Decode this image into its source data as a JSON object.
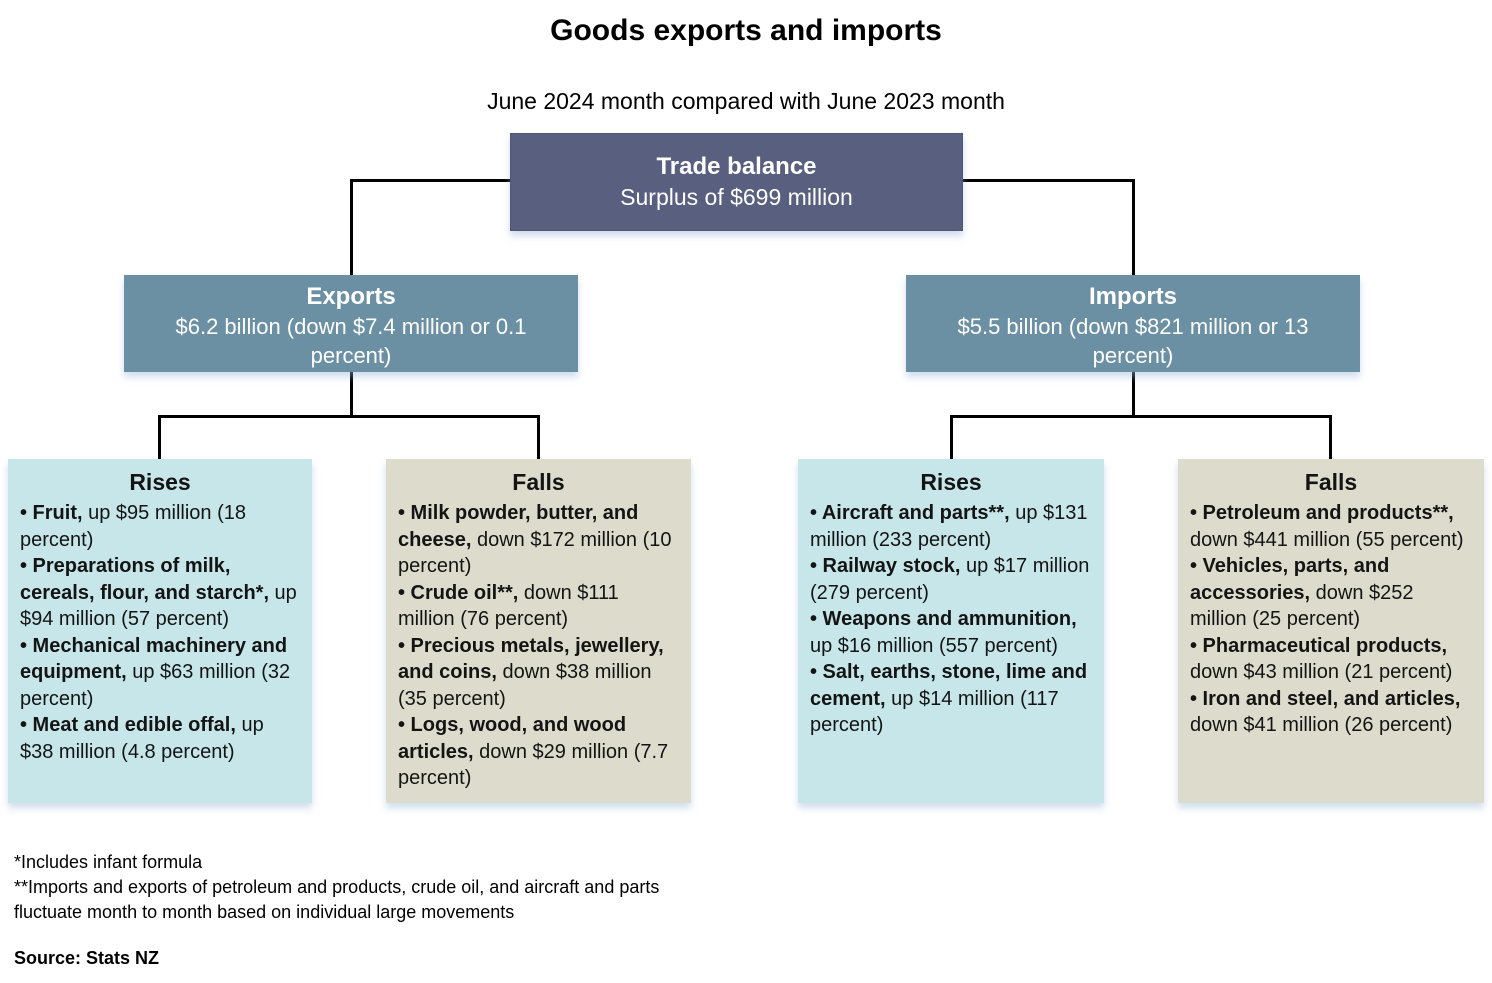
{
  "page": {
    "title": "Goods exports and imports",
    "subtitle": "June 2024 month compared with June 2023 month"
  },
  "root": {
    "title": "Trade balance",
    "subtitle": "Surplus of $699 million"
  },
  "branches": [
    {
      "title": "Exports",
      "subtitle": "$6.2 billion (down $7.4 million or 0.1 percent)",
      "children": [
        {
          "title": "Rises",
          "items": [
            {
              "name": "• Fruit,",
              "detail": " up $95 million (18 percent)"
            },
            {
              "name": "• Preparations of milk, cereals, flour, and starch*,",
              "detail": " up $94 million (57 percent)"
            },
            {
              "name": "• Mechanical machinery and equipment,",
              "detail": " up $63 million (32 percent)"
            },
            {
              "name": "• Meat and edible offal,",
              "detail": " up $38 million (4.8 percent)"
            }
          ]
        },
        {
          "title": "Falls",
          "items": [
            {
              "name": "• Milk powder, butter, and cheese,",
              "detail": " down $172 million (10 percent)"
            },
            {
              "name": "• Crude oil**,",
              "detail": " down $111 million (76 percent)"
            },
            {
              "name": "• Precious metals, jewellery, and coins,",
              "detail": " down $38 million (35 percent)"
            },
            {
              "name": "• Logs, wood, and wood articles,",
              "detail": " down $29 million (7.7 percent)"
            }
          ]
        }
      ]
    },
    {
      "title": "Imports",
      "subtitle": "$5.5 billion (down $821 million or 13 percent)",
      "children": [
        {
          "title": "Rises",
          "items": [
            {
              "name": "• Aircraft and parts**,",
              "detail": " up $131 million (233 percent)"
            },
            {
              "name": "• Railway stock,",
              "detail": " up $17 million (279 percent)"
            },
            {
              "name": "• Weapons and ammunition,",
              "detail": " up $16 million (557 percent)"
            },
            {
              "name": "• Salt, earths, stone, lime and cement,",
              "detail": " up $14 million (117 percent)"
            }
          ]
        },
        {
          "title": "Falls",
          "items": [
            {
              "name": "•  Petroleum and products**,",
              "detail": " down $441 million (55 percent)"
            },
            {
              "name": "• Vehicles, parts, and accessories,",
              "detail": " down $252 million (25 percent)"
            },
            {
              "name": "• Pharmaceutical products,",
              "detail": " down $43 million (21 percent)"
            },
            {
              "name": "• Iron and steel, and articles,",
              "detail": " down $41 million (26 percent)"
            }
          ]
        }
      ]
    }
  ],
  "footnotes": {
    "line1": "*Includes infant formula",
    "line2": "**Imports and exports of petroleum and products, crude oil, and aircraft and parts fluctuate month to month based on individual large movements",
    "source": "Source: Stats NZ"
  },
  "colors": {
    "root_box": "#595f7e",
    "branch_box": "#6b90a3",
    "rises_box": "#c6e6ea",
    "falls_box": "#dcdbcc",
    "connector": "#000000",
    "text_on_dark": "#ffffff"
  }
}
